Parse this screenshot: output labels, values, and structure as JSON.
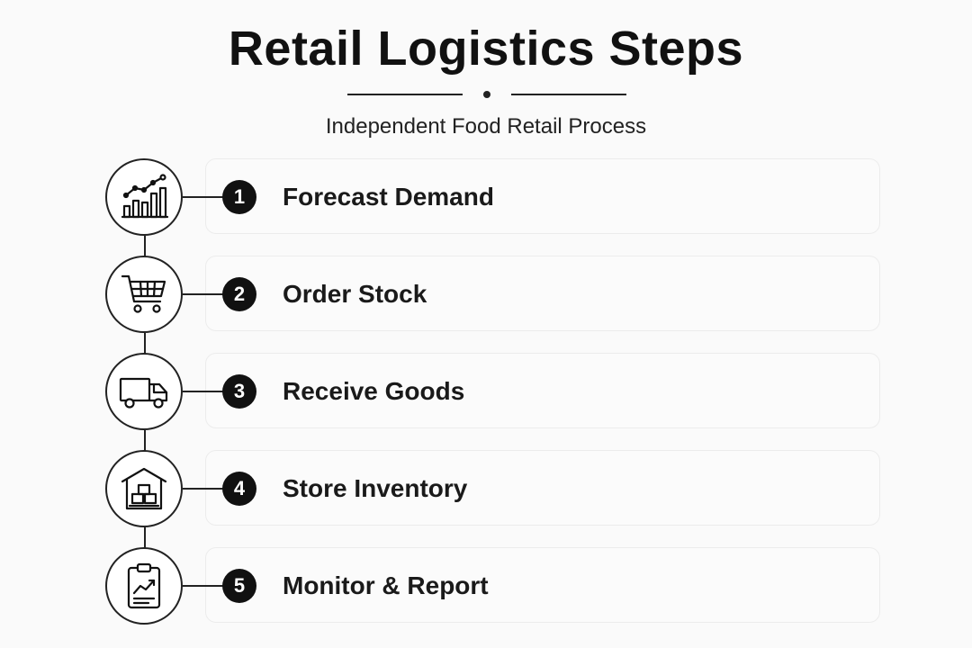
{
  "header": {
    "title": "Retail Logistics Steps",
    "subtitle": "Independent Food Retail Process"
  },
  "steps": [
    {
      "number": "1",
      "label": "Forecast Demand",
      "icon": "bar-chart-trend-icon"
    },
    {
      "number": "2",
      "label": "Order Stock",
      "icon": "shopping-cart-icon"
    },
    {
      "number": "3",
      "label": "Receive Goods",
      "icon": "delivery-truck-icon"
    },
    {
      "number": "4",
      "label": "Store Inventory",
      "icon": "warehouse-boxes-icon"
    },
    {
      "number": "5",
      "label": "Monitor & Report",
      "icon": "clipboard-chart-icon"
    }
  ]
}
